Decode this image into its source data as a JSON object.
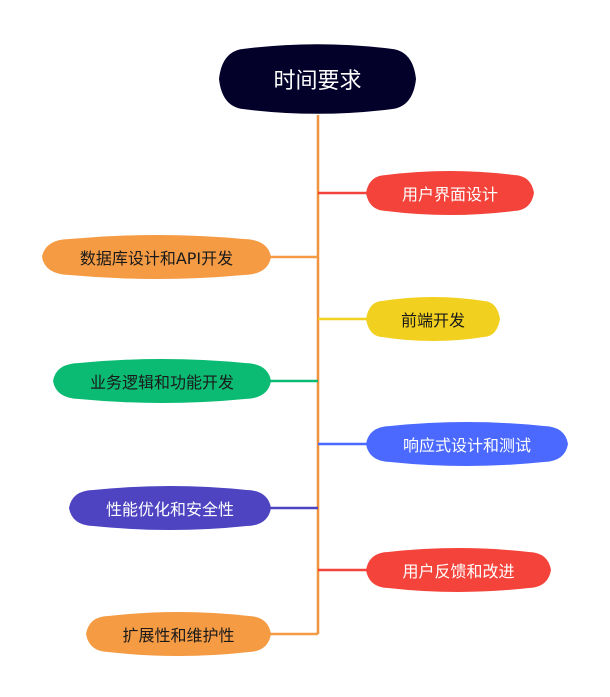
{
  "root": {
    "label": "时间要求",
    "color": "#03002a",
    "text_color": "#ffffff"
  },
  "trunk_color": "#f0923e",
  "branches": [
    {
      "label": "用户界面设计",
      "color": "#f4433a",
      "text_color": "#ffffff",
      "side": "right"
    },
    {
      "label": "数据库设计和API开发",
      "color": "#f49b44",
      "text_color": "#1a1a1a",
      "side": "left"
    },
    {
      "label": "前端开发",
      "color": "#f1d020",
      "text_color": "#1a1a1a",
      "side": "right"
    },
    {
      "label": "业务逻辑和功能开发",
      "color": "#0cbb73",
      "text_color": "#1a1a1a",
      "side": "left"
    },
    {
      "label": "响应式设计和测试",
      "color": "#4b69ff",
      "text_color": "#ffffff",
      "side": "right"
    },
    {
      "label": "性能优化和安全性",
      "color": "#4e44c1",
      "text_color": "#ffffff",
      "side": "left"
    },
    {
      "label": "用户反馈和改进",
      "color": "#f4433a",
      "text_color": "#ffffff",
      "side": "right"
    },
    {
      "label": "扩展性和维护性",
      "color": "#f49b44",
      "text_color": "#1a1a1a",
      "side": "left"
    }
  ]
}
